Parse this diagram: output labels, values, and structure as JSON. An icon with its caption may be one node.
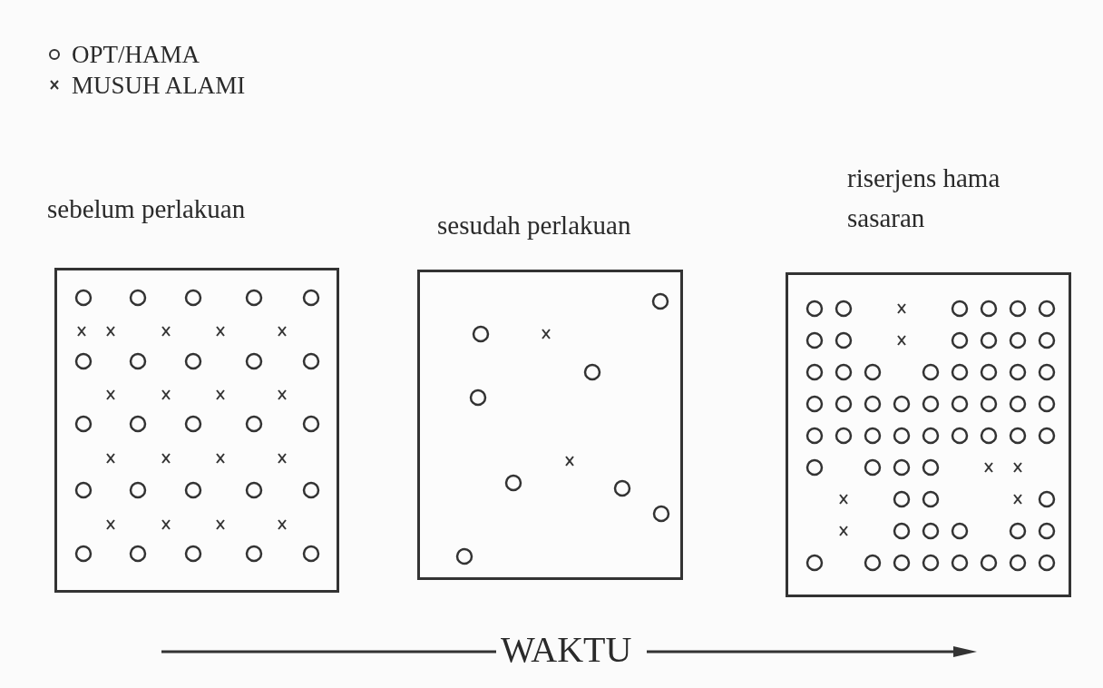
{
  "diagram": {
    "nodes": [
      {
        "text": [
          "sebelum perlakuan"
        ]
      },
      {
        "text": [
          "sesudah perlakuan"
        ]
      },
      {
        "text": [
          "riserjens hama sasaran"
        ]
      }
    ],
    "labels": [
      "WAKTU"
    ],
    "legend": [
      {
        "text": "OPT/HAMA"
      },
      {
        "text": "MUSUH ALAMI"
      }
    ]
  }
}
